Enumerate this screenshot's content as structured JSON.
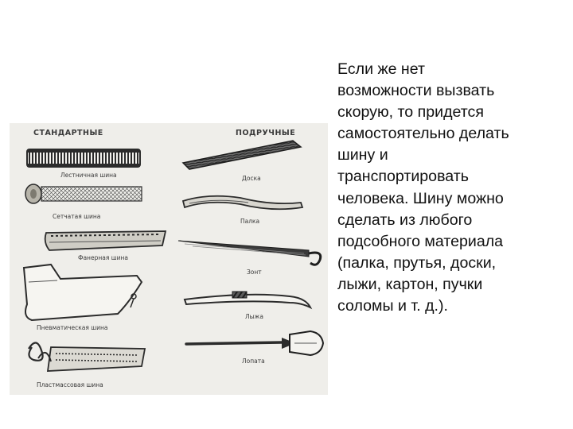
{
  "text_block": "Если же нет\nвозможности вызвать\nскорую, то придется\nсамостоятельно делать\nшину и\nтранспортировать\nчеловека. Шину можно\nсделать из любого\nподсобного материала\n(палка, прутья, доски,\nлыжи, картон, пучки\nсоломы и т. д.).",
  "figure": {
    "left_heading": "СТАНДАРТНЫЕ",
    "right_heading": "ПОДРУЧНЫЕ",
    "left_items": [
      "Лестничная шина",
      "Сетчатая шина",
      "Фанерная шина",
      "Пневматическая шина",
      "Пластмассовая шина"
    ],
    "right_items": [
      "Доска",
      "Палка",
      "Зонт",
      "Лыжа",
      "Лопата"
    ],
    "ink_color": "#2b2b2b"
  }
}
